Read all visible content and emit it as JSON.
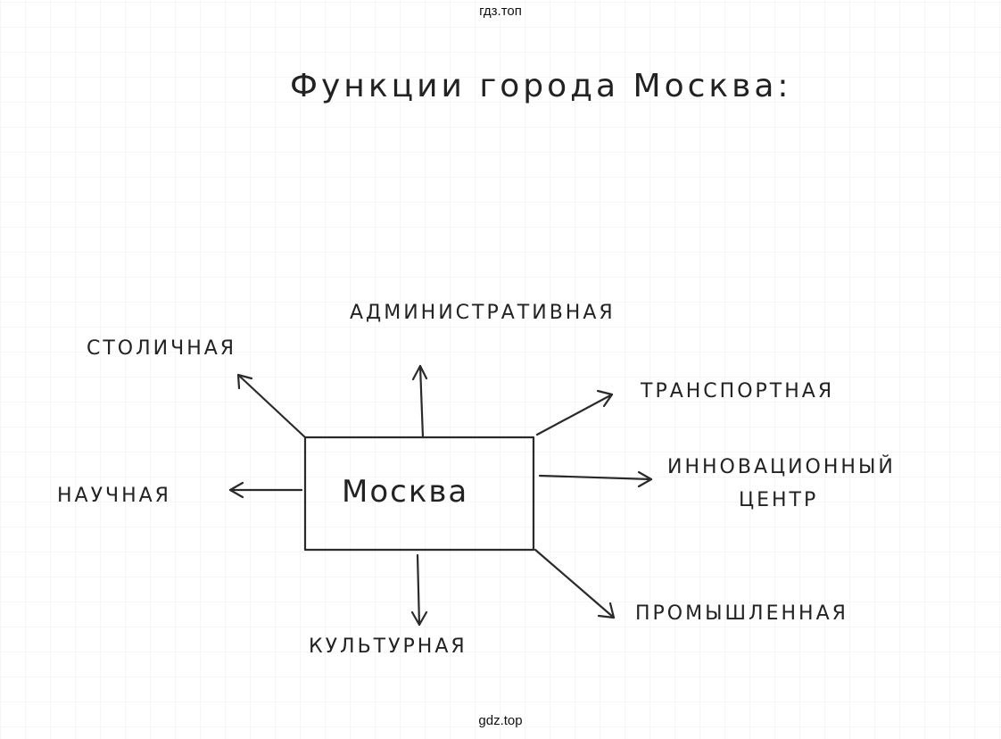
{
  "watermark_top": "гдз.топ",
  "watermark_bottom": "gdz.top",
  "diagram": {
    "title": "Функции города Москва:",
    "center": "Москва",
    "functions": {
      "administrative": "Административная",
      "capital": "Столичная",
      "transport": "Транспортная",
      "innovation_line1": "Инновационный",
      "innovation_line2": "центр",
      "scientific": "Научная",
      "industrial": "Промышленная",
      "cultural": "Культурная"
    }
  }
}
